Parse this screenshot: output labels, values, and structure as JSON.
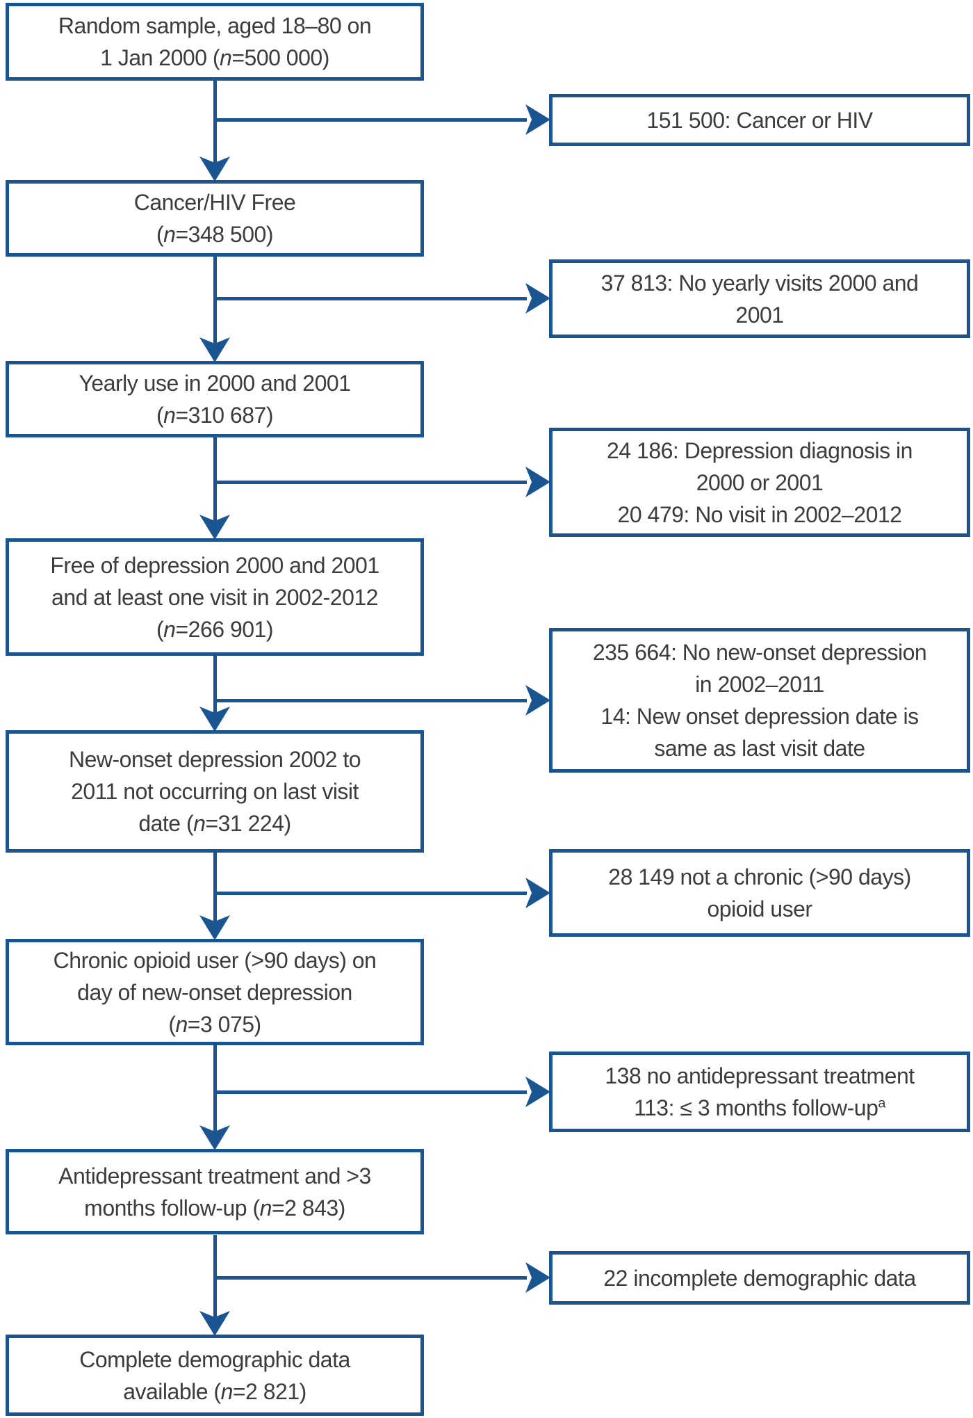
{
  "colors": {
    "accent": "#1a5591",
    "text": "#3c3c3c"
  },
  "flow": {
    "main": [
      {
        "name": "random-sample",
        "lines": [
          "Random sample, aged 18–80 on",
          "1 Jan 2000 (n=500 000)"
        ]
      },
      {
        "name": "cancer-hiv-free",
        "lines": [
          "Cancer/HIV Free",
          "(n=348 500)"
        ]
      },
      {
        "name": "yearly-use",
        "lines": [
          "Yearly use in 2000 and 2001",
          "(n=310 687)"
        ]
      },
      {
        "name": "free-of-depression",
        "lines": [
          "Free of depression 2000 and 2001",
          "and at least one visit in 2002-2012",
          "(n=266 901)"
        ]
      },
      {
        "name": "new-onset-depression",
        "lines": [
          "New-onset depression 2002 to",
          "2011 not occurring on last visit",
          "date (n=31 224)"
        ]
      },
      {
        "name": "chronic-opioid-user",
        "lines": [
          "Chronic opioid user (>90 days) on",
          "day of new-onset depression",
          "(n=3 075)"
        ]
      },
      {
        "name": "antidepressant-treatment",
        "lines": [
          "Antidepressant treatment and >3",
          "months follow-up (n=2 843)"
        ]
      },
      {
        "name": "complete-demographic-data",
        "lines": [
          "Complete demographic data",
          "available (n=2 821)"
        ]
      }
    ],
    "exclusions": [
      {
        "name": "cancer-or-hiv",
        "lines": [
          "151 500: Cancer or HIV"
        ]
      },
      {
        "name": "no-yearly-visits",
        "lines": [
          "37 813: No yearly visits 2000 and",
          "2001"
        ]
      },
      {
        "name": "depression-diagnosis-or-no-visit",
        "lines": [
          "24 186: Depression diagnosis in",
          "2000 or 2001",
          "20 479: No visit in 2002–2012"
        ]
      },
      {
        "name": "no-new-onset-depression",
        "lines": [
          "235 664: No new-onset depression",
          "in 2002–2011",
          "14: New onset depression date is",
          "same as last visit date"
        ]
      },
      {
        "name": "not-chronic-opioid-user",
        "lines": [
          "28 149 not a chronic (>90 days)",
          "opioid user"
        ]
      },
      {
        "name": "no-antidepressant-or-short-followup",
        "lines": [
          "138 no antidepressant treatment",
          "113: ≤ 3 months follow-up^a"
        ]
      },
      {
        "name": "incomplete-demographic-data",
        "lines": [
          "22 incomplete demographic data"
        ]
      }
    ]
  }
}
